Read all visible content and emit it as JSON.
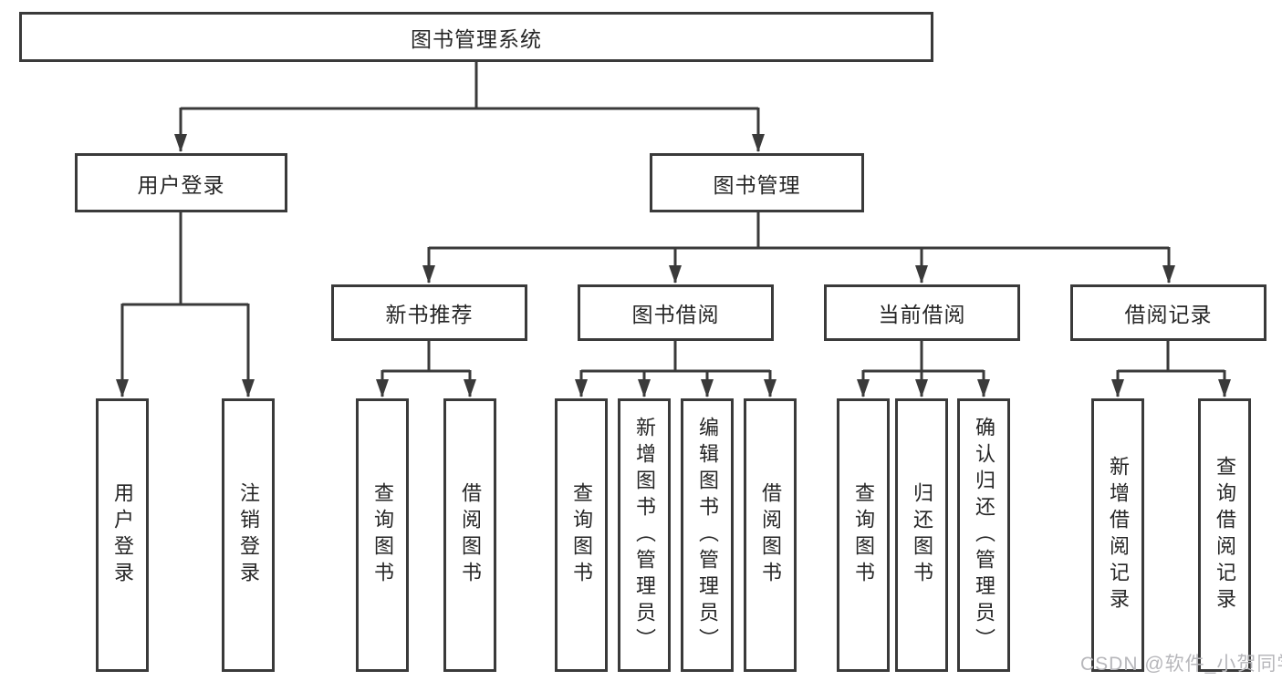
{
  "diagram": {
    "root": {
      "label": "图书管理系统"
    },
    "level2": [
      {
        "label": "用户登录"
      },
      {
        "label": "图书管理"
      }
    ],
    "level3": [
      {
        "label": "新书推荐"
      },
      {
        "label": "图书借阅"
      },
      {
        "label": "当前借阅"
      },
      {
        "label": "借阅记录"
      }
    ],
    "leaves": [
      {
        "label": "用户登录",
        "parent": "用户登录"
      },
      {
        "label": "注销登录",
        "parent": "用户登录"
      },
      {
        "label": "查询图书",
        "parent": "新书推荐"
      },
      {
        "label": "借阅图书",
        "parent": "新书推荐"
      },
      {
        "label": "查询图书",
        "parent": "图书借阅"
      },
      {
        "label": "新增图书（管理员）",
        "parent": "图书借阅"
      },
      {
        "label": "编辑图书（管理员）",
        "parent": "图书借阅"
      },
      {
        "label": "借阅图书",
        "parent": "图书借阅"
      },
      {
        "label": "查询图书",
        "parent": "当前借阅"
      },
      {
        "label": "归还图书",
        "parent": "当前借阅"
      },
      {
        "label": "确认归还（管理员）",
        "parent": "当前借阅"
      },
      {
        "label": "新增借阅记录",
        "parent": "借阅记录"
      },
      {
        "label": "查询借阅记录",
        "parent": "借阅记录"
      }
    ]
  },
  "watermark": {
    "text": "CSDN @软件_小贺同学"
  },
  "colors": {
    "line": "#3a3a3a",
    "text": "#262626",
    "watermark": "#b7b7bb"
  }
}
